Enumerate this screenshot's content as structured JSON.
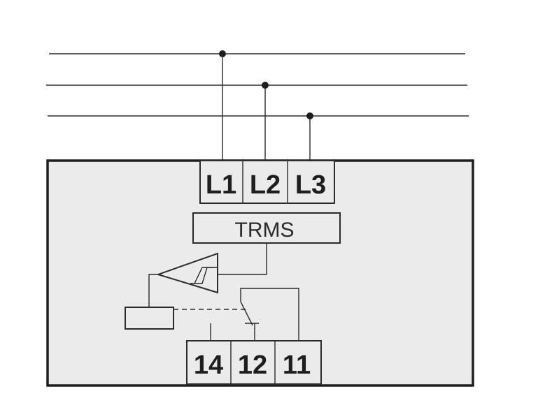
{
  "diagram": {
    "supply_lines": [
      "L1",
      "L2",
      "L3"
    ],
    "input_terminals": [
      "L1",
      "L2",
      "L3"
    ],
    "measure_block_label": "TRMS",
    "output_terminals": [
      "14",
      "12",
      "11"
    ]
  },
  "colors": {
    "stroke": "#2b2b2b",
    "housing_fill": "#ebebeb"
  }
}
